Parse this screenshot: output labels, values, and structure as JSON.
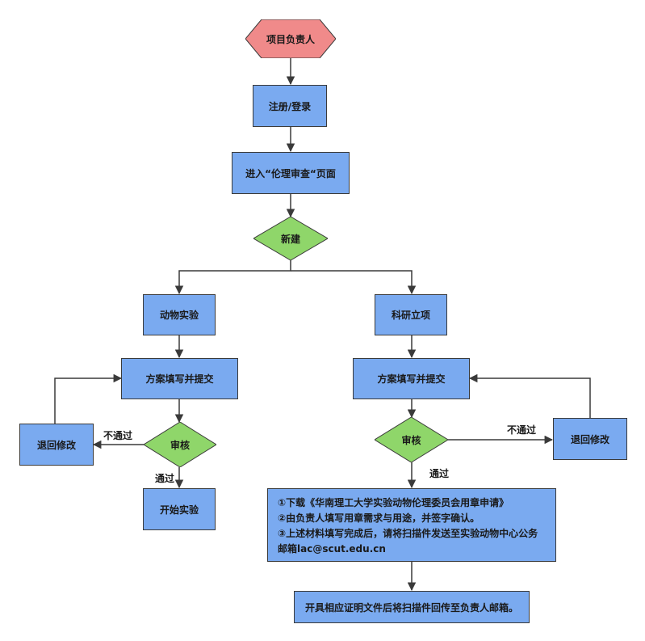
{
  "nodes": {
    "start": "项目负责人",
    "register": "注册/登录",
    "enter_page": "进入“伦理审查“页面",
    "new": "新建",
    "animal_exp": "动物实验",
    "research_proj": "科研立项",
    "fill_left": "方案填写并提交",
    "fill_right": "方案填写并提交",
    "review_left": "审核",
    "review_right": "审核",
    "revise_left": "退回修改",
    "revise_right": "退回修改",
    "start_exp": "开始实验",
    "instructions": [
      "①下载《华南理工大学实验动物伦理委员会用章申请》",
      "②由负责人填写用章需求与用途，并签字确认。",
      "③上述材料填写完成后，请将扫描件发送至实验动物中心公务",
      "邮箱lac@scut.edu.cn"
    ],
    "final": "开具相应证明文件后将扫描件回传至负责人邮箱。"
  },
  "edges": {
    "fail_left": "不通过",
    "pass_left": "通过",
    "fail_right": "不通过",
    "pass_right": "通过"
  },
  "colors": {
    "process": "#7aaaf0",
    "decision": "#8fd66a",
    "start": "#f08a8a",
    "line": "#3a3a3a"
  }
}
